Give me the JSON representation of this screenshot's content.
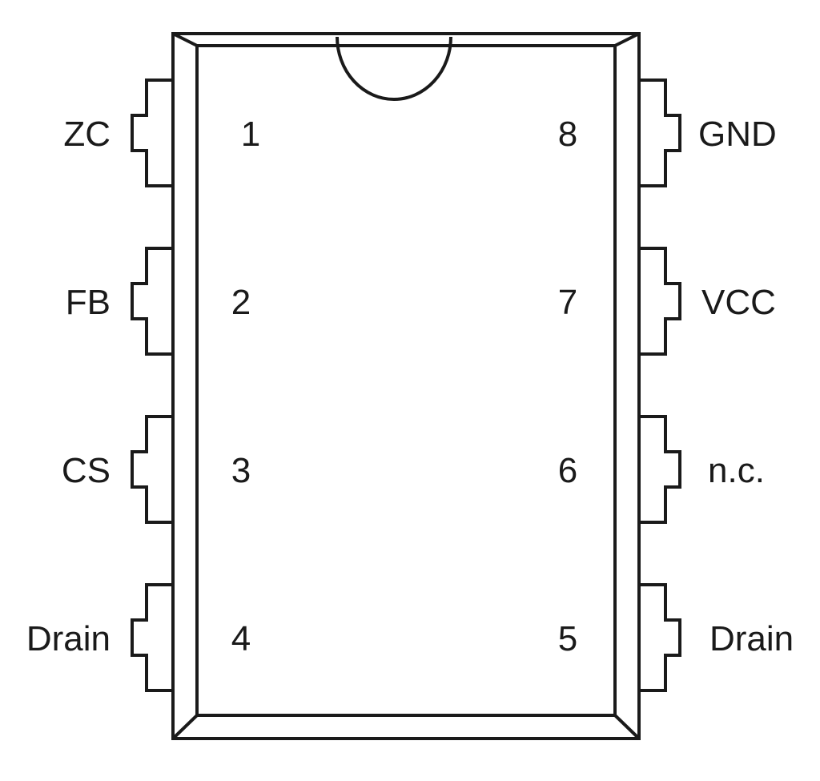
{
  "package": {
    "stroke_color": "#1a1a1a",
    "background_color": "#ffffff"
  },
  "pins": {
    "left": [
      {
        "number": "1",
        "name": "ZC"
      },
      {
        "number": "2",
        "name": "FB"
      },
      {
        "number": "3",
        "name": "CS"
      },
      {
        "number": "4",
        "name": "Drain"
      }
    ],
    "right": [
      {
        "number": "8",
        "name": "GND"
      },
      {
        "number": "7",
        "name": "VCC"
      },
      {
        "number": "6",
        "name": "n.c."
      },
      {
        "number": "5",
        "name": "Drain"
      }
    ]
  }
}
